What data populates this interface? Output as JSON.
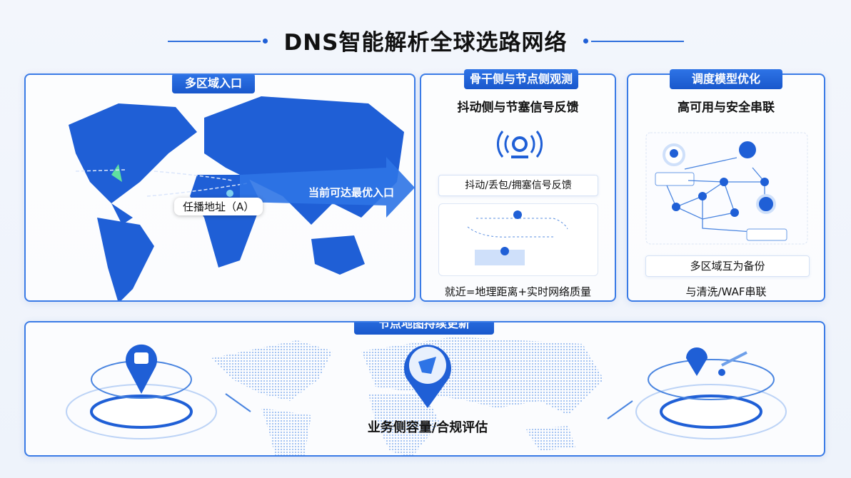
{
  "title": "DNS智能解析全球选路网络",
  "panel_entry": {
    "tab": "多区域入口",
    "anycast_label": "任播地址（A）",
    "arrow_label": "当前可达最优入口"
  },
  "panel_observe": {
    "tab": "骨干侧与节点侧观测",
    "subtitle": "抖动侧与节塞信号反馈",
    "feedback_box": "抖动/丢包/拥塞信号反馈",
    "footer": "就近=地理距离+实时网络质量"
  },
  "panel_schedule": {
    "tab": "调度模型优化",
    "subtitle": "高可用与安全串联",
    "backup_box": "多区域互为备份",
    "footer": "与清洗/WAF串联"
  },
  "panel_map": {
    "tab": "节点地图持续更新",
    "center_label": "业务侧容量/合规评估"
  },
  "colors": {
    "primary": "#1f5fd6",
    "accent_green": "#5fe0a0"
  }
}
